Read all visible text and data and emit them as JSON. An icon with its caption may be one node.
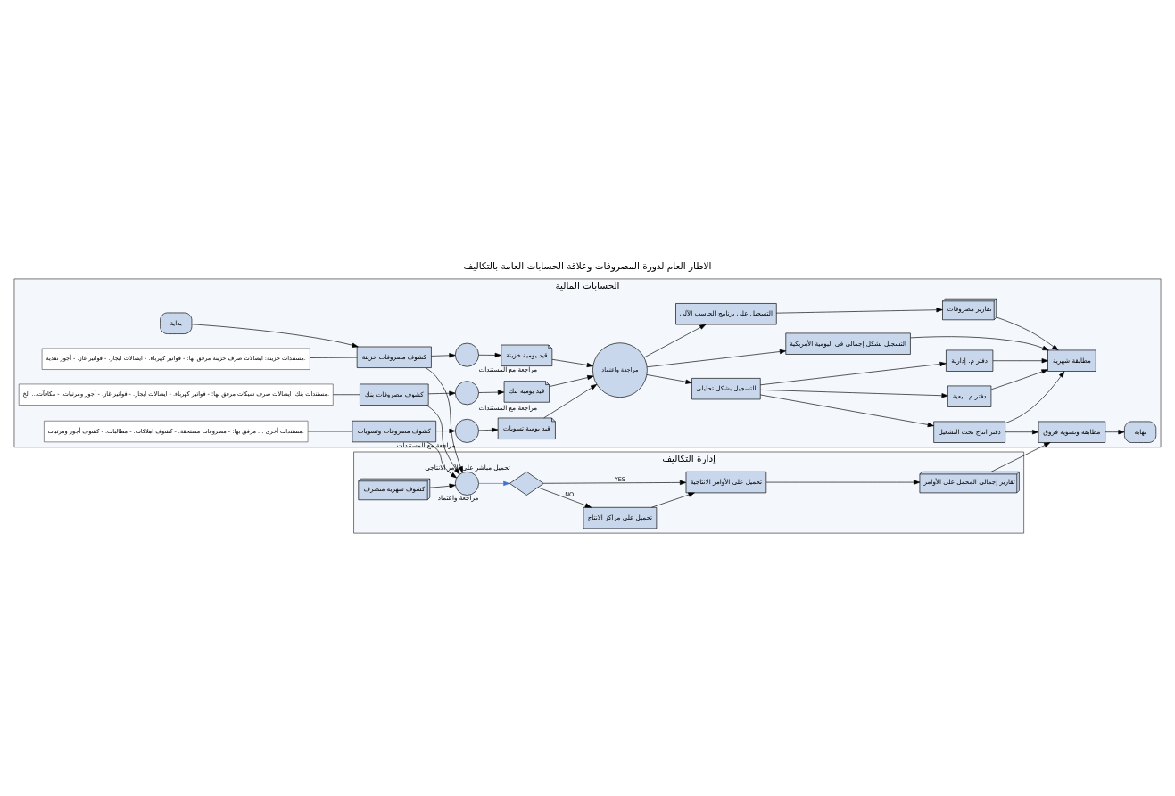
{
  "diagram": {
    "title": "الاطار العام لدورة المصروفات وعلاقة الحسابات العامة بالتكاليف",
    "nodes": [
      {
        "text": [
          "الحسابات المالية"
        ]
      },
      {
        "text": [
          "إدارة التكاليف"
        ]
      },
      {
        "text": [
          "بداية"
        ],
        "in": 0
      },
      {
        "text": [
          "مستندات خزينة: ايصالات صرف خزينة مرفق بها: - فواتير كهرباء. - ايصالات ايجار. - فواتير غاز. - أجور نقدية."
        ],
        "in": 0
      },
      {
        "text": [
          "كشوف مصروفات خزينة"
        ],
        "in": 0
      },
      {
        "text": [],
        "shape": "circle",
        "beside": [
          "مراجعة مع المستندات"
        ],
        "in": 0
      },
      {
        "text": [
          "قيد يومية خزينة"
        ],
        "in": 0
      },
      {
        "text": [
          "مستندات بنك: ايصالات صرف شيكات مرفق بها: - فواتير كهرباء. - ايصالات ايجار. - فواتير غاز. - أجور ومرتبات. - مكافآت... الخ."
        ],
        "in": 0
      },
      {
        "text": [
          "كشوف مصروفات بنك"
        ],
        "in": 0
      },
      {
        "text": [],
        "shape": "circle",
        "beside": [
          "مراجعة مع المستندات"
        ],
        "in": 0
      },
      {
        "text": [
          "قيد يومية بنك"
        ],
        "in": 0
      },
      {
        "text": [
          "مستندات أخرى ... مرفق بها: - مصروفات مستحقة. - كشوف اهلاكات. - مطالبات. - كشوف أجور ومرتبات."
        ],
        "in": 0
      },
      {
        "text": [
          "كشوف مصروفات وتسويات"
        ],
        "in": 0
      },
      {
        "text": [],
        "shape": "circle",
        "beside": [
          "مراجعة مع المستندات"
        ],
        "in": 0
      },
      {
        "text": [
          "قيد يومية تسويات"
        ],
        "in": 0
      },
      {
        "text": [
          "مراجعة واعتماد"
        ],
        "in": 0
      },
      {
        "text": [
          "التسجيل بشكل تحليلى"
        ],
        "in": 0
      },
      {
        "text": [
          "التسجيل بشكل إجمالى فى اليومية الأمريكية"
        ],
        "in": 0
      },
      {
        "text": [
          "التسجيل على برنامج الحاسب الآلى"
        ],
        "in": 0
      },
      {
        "text": [
          "دفتر م. إدارية"
        ],
        "in": 0
      },
      {
        "text": [
          "دفتر م. بيعية"
        ],
        "in": 0
      },
      {
        "text": [
          "دفتر انتاج تحت التشغيل"
        ],
        "in": 0
      },
      {
        "text": [
          "مطابقة شهرية"
        ],
        "in": 0
      },
      {
        "text": [
          "مطابقة وتسوية فروق"
        ],
        "in": 0
      },
      {
        "text": [
          "تقارير مصروفات"
        ],
        "in": 0
      },
      {
        "text": [
          "نهاية"
        ],
        "in": 0
      },
      {
        "text": [
          "كشوف شهرية منصرف"
        ],
        "in": 1
      },
      {
        "text": [],
        "shape": "circle",
        "beside": [
          "مراجعة واعتماد"
        ],
        "in": 1
      },
      {
        "text": [],
        "shape": "diamond",
        "beside": [
          "تحميل مباشر على الأمر الانتاجى"
        ],
        "in": 1
      },
      {
        "text": [
          "تحميل على مراكز الانتاج"
        ],
        "in": 1
      },
      {
        "text": [
          "تحميل على الأوامر الانتاجية"
        ],
        "in": 1
      },
      {
        "text": [
          "تقارير إجمالى المحمل على الأوامر"
        ],
        "in": 1
      }
    ],
    "edges": [
      {
        "from": 2,
        "to": 4,
        "arrow": "to"
      },
      {
        "from": 3,
        "to": 4,
        "arrow": "none"
      },
      {
        "from": 4,
        "to": 5,
        "arrow": "to"
      },
      {
        "from": 5,
        "to": 6,
        "arrow": "to"
      },
      {
        "from": 7,
        "to": 8,
        "arrow": "none"
      },
      {
        "from": 8,
        "to": 9,
        "arrow": "to"
      },
      {
        "from": 9,
        "to": 10,
        "arrow": "to"
      },
      {
        "from": 11,
        "to": 12,
        "arrow": "none"
      },
      {
        "from": 12,
        "to": 13,
        "arrow": "to"
      },
      {
        "from": 13,
        "to": 14,
        "arrow": "to"
      },
      {
        "from": 6,
        "to": 15,
        "arrow": "to"
      },
      {
        "from": 10,
        "to": 15,
        "arrow": "to"
      },
      {
        "from": 14,
        "to": 15,
        "arrow": "to"
      },
      {
        "from": 15,
        "to": 16,
        "arrow": "to"
      },
      {
        "from": 15,
        "to": 17,
        "arrow": "to"
      },
      {
        "from": 15,
        "to": 18,
        "arrow": "to"
      },
      {
        "from": 16,
        "to": 19,
        "arrow": "to"
      },
      {
        "from": 16,
        "to": 20,
        "arrow": "to"
      },
      {
        "from": 16,
        "to": 21,
        "arrow": "to"
      },
      {
        "from": 19,
        "to": 22,
        "arrow": "to"
      },
      {
        "from": 20,
        "to": 22,
        "arrow": "to"
      },
      {
        "from": 21,
        "to": 22,
        "arrow": "to"
      },
      {
        "from": 17,
        "to": 22,
        "arrow": "to"
      },
      {
        "from": 21,
        "to": 23,
        "arrow": "to"
      },
      {
        "from": 18,
        "to": 24,
        "arrow": "to"
      },
      {
        "from": 24,
        "to": 22,
        "arrow": "to"
      },
      {
        "from": 23,
        "to": 25,
        "arrow": "to"
      },
      {
        "from": 31,
        "to": 23,
        "arrow": "to"
      },
      {
        "from": 4,
        "to": 27,
        "arrow": "to"
      },
      {
        "from": 8,
        "to": 27,
        "arrow": "to"
      },
      {
        "from": 12,
        "to": 27,
        "arrow": "to"
      },
      {
        "from": 26,
        "to": 27,
        "arrow": "to"
      },
      {
        "from": 27,
        "to": 28,
        "arrow": "to",
        "color": "#4472c4"
      },
      {
        "from": 28,
        "to": 29,
        "label": "NO",
        "arrow": "to"
      },
      {
        "from": 28,
        "to": 30,
        "label": "YES",
        "arrow": "to"
      },
      {
        "from": 29,
        "to": 30,
        "arrow": "to"
      },
      {
        "from": 30,
        "to": 31,
        "arrow": "to"
      }
    ]
  }
}
